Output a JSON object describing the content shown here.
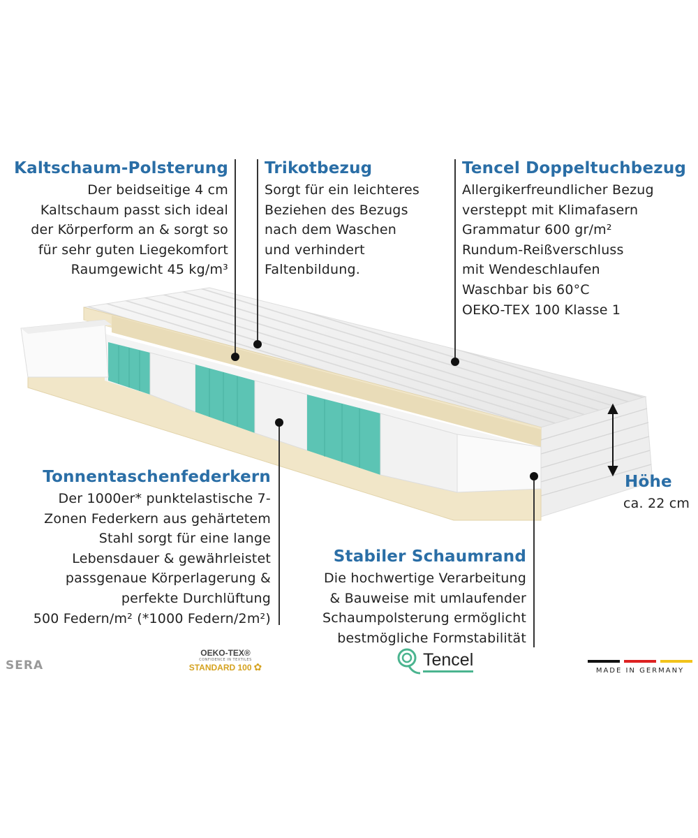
{
  "callouts": {
    "kaltschaum": {
      "title": "Kaltschaum-Polsterung",
      "lines": [
        "Der beidseitige 4 cm",
        "Kaltschaum passt sich ideal",
        "der Körperform an & sorgt so",
        "für sehr guten Liegekomfort",
        "Raumgewicht 45 kg/m³"
      ]
    },
    "trikot": {
      "title": "Trikotbezug",
      "lines": [
        "Sorgt für ein leichteres",
        "Beziehen des Bezugs",
        "nach dem Waschen",
        "und verhindert",
        "Faltenbildung."
      ]
    },
    "tencel": {
      "title": "Tencel Doppeltuchbezug",
      "lines": [
        "Allergikerfreundlicher Bezug",
        "versteppt mit Klimafasern",
        "Grammatur 600 gr/m²",
        "Rundum-Reißverschluss",
        "mit Wendeschlaufen",
        "Waschbar bis 60°C",
        "OEKO-TEX 100 Klasse 1"
      ]
    },
    "federkern": {
      "title": "Tonnentaschenfederkern",
      "lines": [
        "Der 1000er* punktelastische 7-",
        "Zonen Federkern aus gehärtetem",
        "Stahl sorgt für eine lange",
        "Lebensdauer & gewährleistet",
        "passgenaue Körperlagerung &",
        "perfekte Durchlüftung",
        "500 Federn/m² (*1000 Federn/2m²)"
      ]
    },
    "schaumrand": {
      "title": "Stabiler Schaumrand",
      "lines": [
        "Die hochwertige Verarbeitung",
        "& Bauweise mit umlaufender",
        "Schaumpolsterung ermöglicht",
        "bestmögliche Formstabilität"
      ]
    },
    "hoehe": {
      "title": "Höhe",
      "value": "ca. 22 cm"
    }
  },
  "logos": {
    "brand": "SERA",
    "oekotex": {
      "name": "OEKO-TEX®",
      "tagline": "CONFIDENCE IN TEXTILES",
      "standard": "STANDARD 100"
    },
    "tencel": "Tencel",
    "made_in": "MADE IN GERMANY"
  },
  "colors": {
    "accent": "#2a6ea6",
    "spring_teal": "#5cc4b4",
    "foam": "#f1e6c8"
  }
}
